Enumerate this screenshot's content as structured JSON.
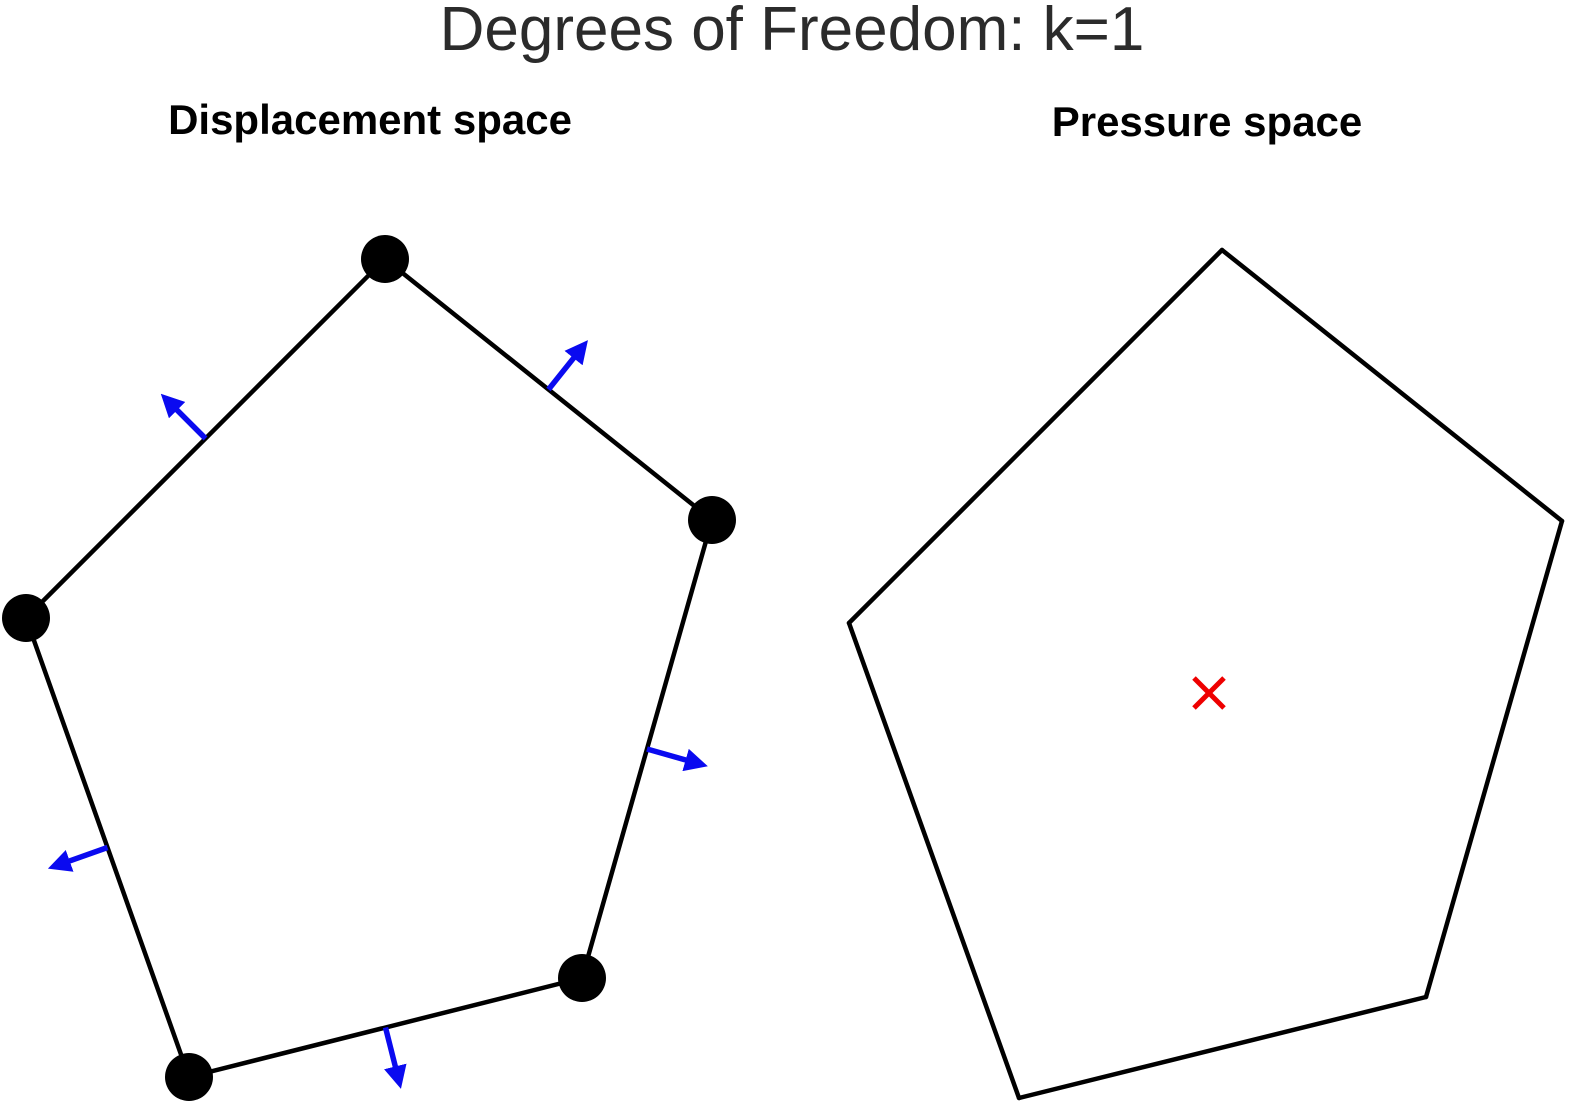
{
  "title": "Degrees of Freedom: k=1",
  "panels": [
    {
      "id": "displacement",
      "subtitle": "Displacement space",
      "vertex_dofs": true,
      "edge_normal_dofs": true,
      "interior_dof": false
    },
    {
      "id": "pressure",
      "subtitle": "Pressure space",
      "vertex_dofs": false,
      "edge_normal_dofs": false,
      "interior_dof": true
    }
  ],
  "colors": {
    "edge": "#000000",
    "vertex_dof": "#000000",
    "normal_dof": "#0a0af0",
    "interior_dof": "#ee0000",
    "title": "#2b2b2b"
  }
}
